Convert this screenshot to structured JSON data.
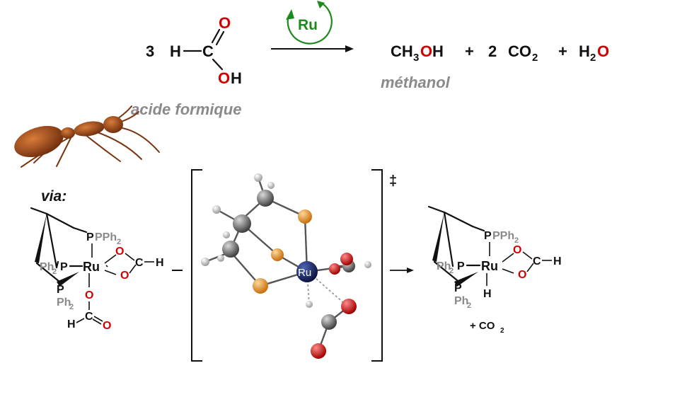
{
  "reaction": {
    "coefficient_acid": "3",
    "acid_H": "H",
    "acid_C": "C",
    "acid_O": "O",
    "acid_OH_O": "O",
    "acid_OH_H": "H",
    "acid_name": "acide formique",
    "catalyst": "Ru",
    "prod_CH": "CH",
    "prod_sub3": "3",
    "prod_O": "O",
    "prod_H": "H",
    "plus": "+",
    "co2_coef": "2",
    "co2_C": "CO",
    "co2_sub": "2",
    "h2o_H": "H",
    "h2o_sub": "2",
    "h2o_O": "O",
    "product_name": "méthanol"
  },
  "mechanism": {
    "via": "via:",
    "dagger": "‡",
    "left": {
      "PPh2_top": "PPh",
      "sub2": "2",
      "Ph2P": "Ph",
      "P_left": "P",
      "Ru": "Ru",
      "P_bottom": "P",
      "Ph2_bottom": "Ph",
      "O_top": "O",
      "O_bot": "O",
      "C": "C",
      "H": "H",
      "O_axial": "O",
      "C_formate": "C",
      "O_formate": "O",
      "H_formate": "H"
    },
    "ts_ru": "Ru",
    "right": {
      "PPh2_top": "PPh",
      "sub2": "2",
      "Ph2P": "Ph",
      "P_left": "P",
      "Ru": "Ru",
      "P_bottom": "P",
      "Ph2_bottom": "Ph",
      "O_top": "O",
      "O_bot": "O",
      "C": "C",
      "H": "H",
      "H_axial": "H",
      "plus_co2": "+ CO",
      "co2_sub": "2"
    }
  },
  "colors": {
    "oxygen": "#d40000",
    "catalyst_green": "#1c8a1c",
    "gray_label": "#8a8a8a",
    "phosphorus_ball": "#e08a1e",
    "ruthenium_ball": "#14205e",
    "carbon_ball": "#6d6d6d"
  },
  "icons": [
    "ant-image",
    "catalytic-cycle-arrows"
  ]
}
